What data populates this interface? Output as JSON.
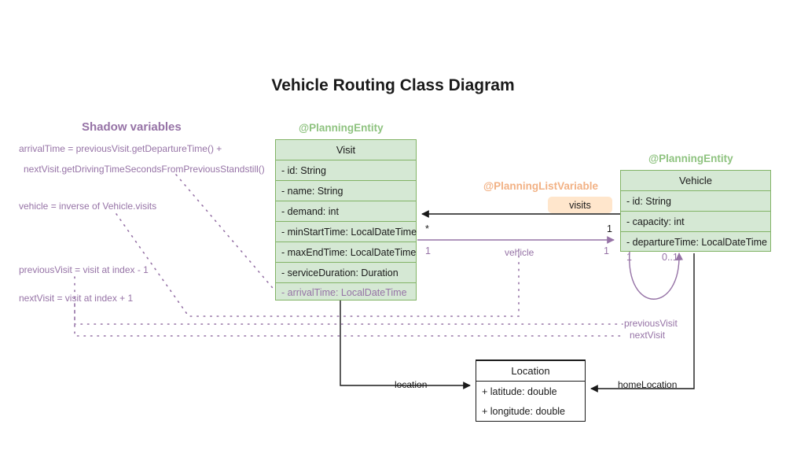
{
  "diagram": {
    "title": "Vehicle Routing Class Diagram",
    "colors": {
      "entity_fill": "#d5e8d4",
      "entity_border": "#82b366",
      "stereotype_green": "#8fc380",
      "stereotype_orange": "#f2b184",
      "shadow_purple": "#9673a6",
      "badge_fill": "#ffe6cc",
      "plain_border": "#1a1a1a"
    }
  },
  "shadow_panel": {
    "heading": "Shadow variables",
    "lines": [
      "arrivalTime = previousVisit.getDepartureTime() +",
      "nextVisit.getDrivingTimeSecondsFromPreviousStandstill()",
      "vehicle = inverse of Vehicle.visits",
      "previousVisit = visit at index - 1",
      "nextVisit = visit at index + 1"
    ]
  },
  "classes": {
    "visit": {
      "stereotype": "@PlanningEntity",
      "name": "Visit",
      "attributes": [
        {
          "text": "- id: String",
          "shadow": false
        },
        {
          "text": "- name: String",
          "shadow": false
        },
        {
          "text": "- demand: int",
          "shadow": false
        },
        {
          "text": "- minStartTime: LocalDateTime",
          "shadow": false
        },
        {
          "text": "- maxEndTime: LocalDateTime",
          "shadow": false
        },
        {
          "text": "- serviceDuration: Duration",
          "shadow": false
        },
        {
          "text": "- arrivalTime: LocalDateTime",
          "shadow": true
        }
      ]
    },
    "vehicle": {
      "stereotype": "@PlanningEntity",
      "name": "Vehicle",
      "attributes": [
        {
          "text": "- id: String",
          "shadow": false
        },
        {
          "text": "- capacity: int",
          "shadow": false
        },
        {
          "text": "- departureTime: LocalDateTime",
          "shadow": false
        }
      ]
    },
    "location": {
      "name": "Location",
      "attributes": [
        {
          "text": "+ latitude: double",
          "shadow": false
        },
        {
          "text": "+ longitude: double",
          "shadow": false
        }
      ]
    }
  },
  "relations": {
    "visits": {
      "stereotype": "@PlanningListVariable",
      "badge": "visits",
      "source_multiplicity": "*",
      "target_multiplicity": "1"
    },
    "vehicle": {
      "label": "vehicle",
      "source_multiplicity": "1",
      "target_multiplicity": "1"
    },
    "previous_next": {
      "previous_label": "previousVisit",
      "next_label": "nextVisit",
      "source_multiplicity": "1",
      "target_multiplicity": "0..1"
    },
    "location": {
      "label": "location"
    },
    "home_location": {
      "label": "homeLocation"
    }
  }
}
